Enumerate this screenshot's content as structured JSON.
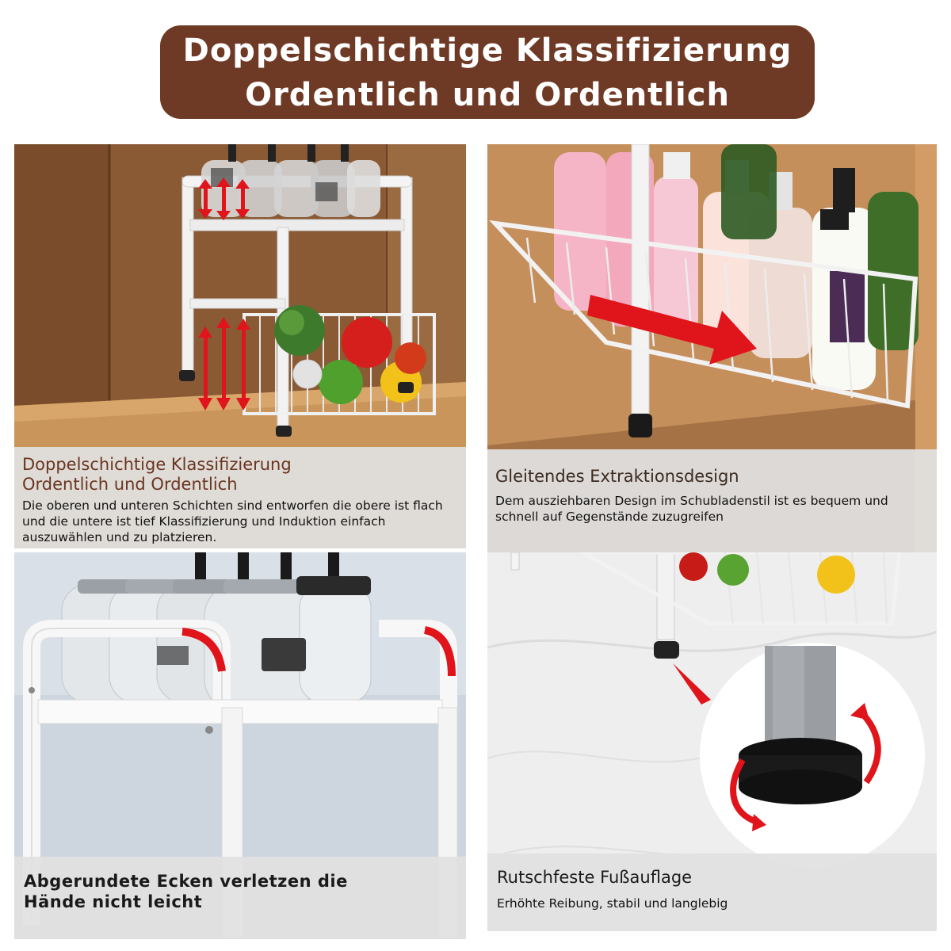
{
  "banner": {
    "line1": "Doppelschichtige Klassifizierung",
    "line2": "Ordentlich und Ordentlich"
  },
  "panels": {
    "top_left": {
      "title_line1": "Doppelschichtige Klassifizierung",
      "title_line2": "Ordentlich und Ordentlich",
      "body": "Die oberen und unteren Schichten sind entworfen die obere ist flach und die untere ist tief Klassifizierung und Induktion einfach auszuwählen und zu platzieren."
    },
    "top_right": {
      "title": "Gleitendes Extraktionsdesign",
      "body": "Dem ausziehbaren Design im Schubladenstil ist es bequem und schnell auf Gegenstände zuzugreifen"
    },
    "bottom_left": {
      "title_line1": "Abgerundete Ecken verletzen die",
      "title_line2": "Hände nicht leicht"
    },
    "bottom_right": {
      "title": "Rutschfeste Fußauflage",
      "body": "Erhöhte Reibung, stabil und langlebig"
    }
  },
  "colors": {
    "banner_bg": "#6e3a26",
    "caption_bg": "#e1e1e1",
    "arrow_red": "#e0141b",
    "rack_white": "#f2f2f2",
    "wood": "#b9834c"
  }
}
